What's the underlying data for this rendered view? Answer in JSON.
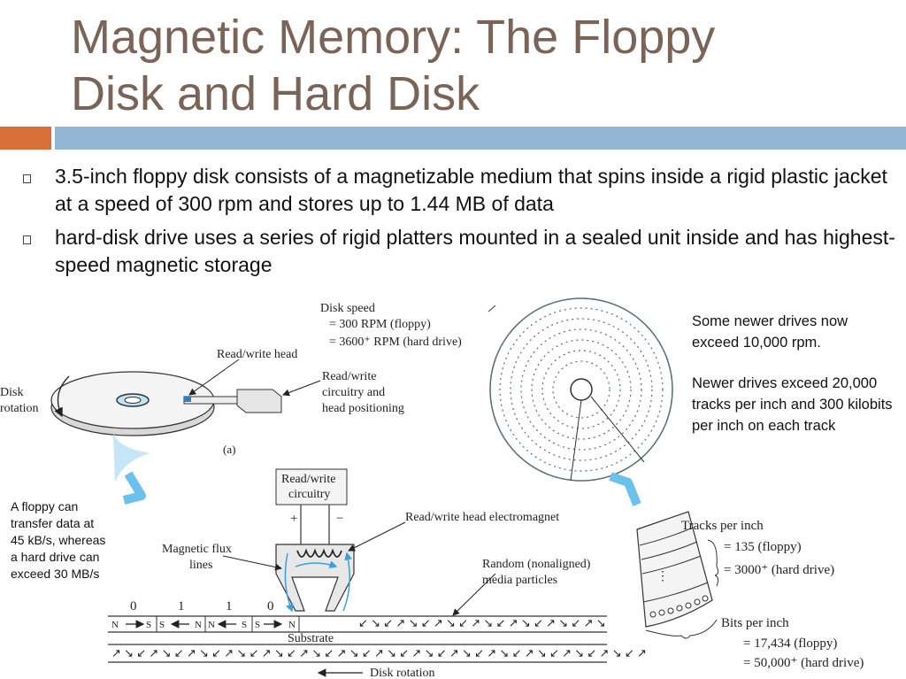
{
  "title": {
    "line1": "Magnetic Memory: The Floppy",
    "line2": "Disk and Hard Disk"
  },
  "bullets": [
    "3.5-inch floppy disk consists of a magnetizable medium that spins inside a rigid plastic jacket at a speed of 300 rpm and stores up to 1.44 MB of data",
    "hard-disk drive uses a series of rigid platters mounted in a sealed unit inside and has highest-speed magnetic storage"
  ],
  "notes": {
    "left": "A floppy can transfer data at 45 kB/s, whereas a hard drive can exceed 30 MB/s",
    "right1": "Some newer drives now exceed 10,000 rpm.",
    "right2": "Newer drives exceed 20,000 tracks per inch and 300 kilobits per inch on each track"
  },
  "figure": {
    "disk_speed": "Disk speed",
    "speed_floppy": "= 300 RPM (floppy)",
    "speed_hard": "= 3600⁺ RPM (hard drive)",
    "rw_head": "Read/write head",
    "rw_circ1": "Read/write",
    "rw_circ2": "circuitry and",
    "rw_circ3": "head positioning",
    "disk_rot1": "Disk",
    "disk_rot2": "rotation",
    "panel_a": "(a)",
    "circuitry1": "Read/write",
    "circuitry2": "circuitry",
    "plus": "+",
    "minus": "−",
    "electromagnet": "Read/write head electromagnet",
    "flux1": "Magnetic flux",
    "flux2": "lines",
    "random1": "Random (nonaligned)",
    "random2": "media particles",
    "bits": [
      "0",
      "1",
      "1",
      "0"
    ],
    "poles": [
      "N",
      "S",
      "S",
      "N",
      "N",
      "S",
      "S",
      "N"
    ],
    "substrate": "Substrate",
    "disk_rotation": "Disk rotation",
    "tracks_title": "Tracks per inch",
    "tracks_floppy": "= 135 (floppy)",
    "tracks_hard": "= 3000⁺ (hard drive)",
    "bits_title": "Bits per inch",
    "bits_floppy": "= 17,434 (floppy)",
    "bits_hard": "= 50,000⁺ (hard drive)"
  }
}
